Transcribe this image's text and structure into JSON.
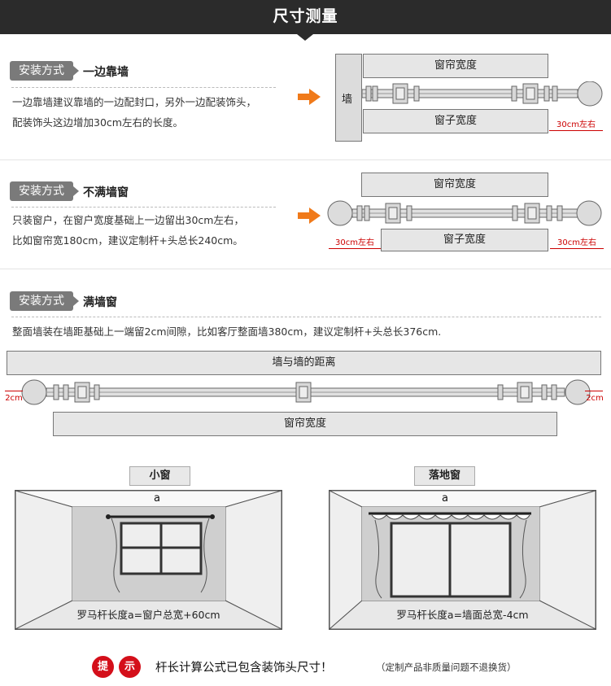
{
  "header": {
    "title": "尺寸测量"
  },
  "section1": {
    "tag": "安装方式",
    "subtitle": "一边靠墙",
    "desc_line1": "一边靠墙建议靠墙的一边配封口，另外一边配装饰头，",
    "desc_line2": "配装饰头这边增加30cm左右的长度。",
    "wall_label": "墙",
    "curtain_width": "窗帘宽度",
    "window_width": "窗子宽度",
    "measure_right": "30cm左右"
  },
  "section2": {
    "tag": "安装方式",
    "subtitle": "不满墙窗",
    "desc_line1": "只装窗户，在窗户宽度基础上一边留出30cm左右，",
    "desc_line2": "比如窗帘宽180cm，建议定制杆+头总长240cm。",
    "curtain_width": "窗帘宽度",
    "window_width": "窗子宽度",
    "measure_left": "30cm左右",
    "measure_right": "30cm左右"
  },
  "section3": {
    "tag": "安装方式",
    "subtitle": "满墙窗",
    "desc_line1": "整面墙装在墙距基础上一端留2cm间隙，比如客厅整面墙380cm，建议定制杆+头总长376cm.",
    "wall_distance": "墙与墙的距离",
    "curtain_width": "窗帘宽度",
    "measure_left": "2cm",
    "measure_right": "2cm"
  },
  "rooms": {
    "small": {
      "label": "小窗",
      "rod_letter": "a",
      "caption": "罗马杆长度a=窗户总宽+60cm"
    },
    "floor": {
      "label": "落地窗",
      "rod_letter": "a",
      "caption": "罗马杆长度a=墙面总宽-4cm"
    }
  },
  "tip": {
    "char1": "提",
    "char2": "示",
    "main": "杆长计算公式已包含装饰头尺寸！",
    "note": "（定制产品非质量问题不退换货）"
  },
  "colors": {
    "header_bg": "#2b2b2b",
    "tag_bg": "#7a7a7a",
    "arrow": "#f07a1a",
    "measure": "#cc0000",
    "tip_red": "#d40f1a"
  }
}
